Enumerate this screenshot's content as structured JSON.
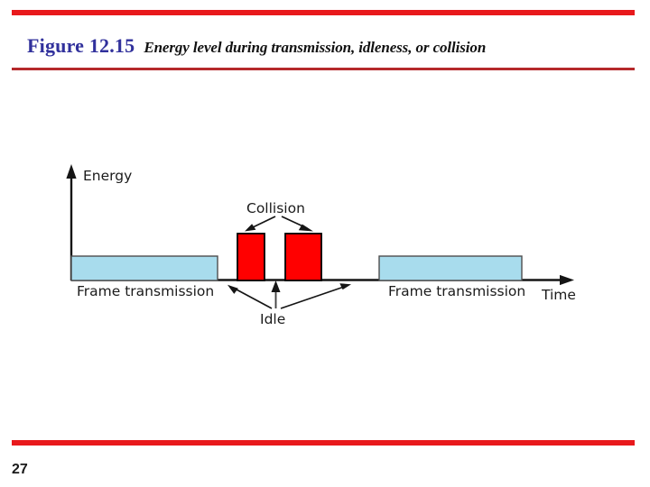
{
  "slide": {
    "page_number": "27",
    "accent_color": "#e8191c",
    "rule_dark_color": "#b5292b"
  },
  "header": {
    "figure_label": "Figure 12.15",
    "figure_label_color": "#31319c",
    "caption": "Energy level during transmission, idleness, or collision"
  },
  "figure": {
    "axis": {
      "y_label": "Energy",
      "x_label": "Time"
    },
    "annotations": {
      "collision_label": "Collision",
      "idle_label": "Idle"
    },
    "bars": [
      {
        "label": "Frame transmission",
        "kind": "transmission",
        "color": "#a8dced",
        "stroke": "#4e4e4e"
      },
      {
        "label": "",
        "kind": "collision",
        "color": "#ff0000",
        "stroke": "#000000"
      },
      {
        "label": "",
        "kind": "collision",
        "color": "#ff0000",
        "stroke": "#000000"
      },
      {
        "label": "Frame transmission",
        "kind": "transmission",
        "color": "#a8dced",
        "stroke": "#4e4e4e"
      }
    ]
  },
  "chart_data": {
    "type": "bar",
    "title": "Energy level during transmission, idleness, or collision",
    "xlabel": "Time",
    "ylabel": "Energy",
    "grid": false,
    "legend": null,
    "categories": [
      "Frame transmission",
      "Idle",
      "Collision",
      "Collision",
      "Idle",
      "Frame transmission",
      "Idle"
    ],
    "series": [
      {
        "name": "Energy level",
        "values": [
          1,
          0,
          2,
          2,
          0,
          1,
          0
        ]
      }
    ],
    "segments": [
      {
        "name": "Frame transmission",
        "x_start": 0,
        "x_end": 162,
        "energy": 1,
        "color": "#a8dced"
      },
      {
        "name": "Idle",
        "x_start": 162,
        "x_end": 184,
        "energy": 0,
        "color": "#ffffff"
      },
      {
        "name": "Collision",
        "x_start": 184,
        "x_end": 214,
        "energy": 2,
        "color": "#ff0000"
      },
      {
        "name": "Idle",
        "x_start": 214,
        "x_end": 237,
        "energy": 0,
        "color": "#ffffff"
      },
      {
        "name": "Collision",
        "x_start": 237,
        "x_end": 277,
        "energy": 2,
        "color": "#ff0000"
      },
      {
        "name": "Idle",
        "x_start": 277,
        "x_end": 341,
        "energy": 0,
        "color": "#ffffff"
      },
      {
        "name": "Frame transmission",
        "x_start": 341,
        "x_end": 499,
        "energy": 1,
        "color": "#a8dced"
      },
      {
        "name": "Idle",
        "x_start": 499,
        "x_end": 556,
        "energy": 0,
        "color": "#ffffff"
      }
    ],
    "annotations": [
      {
        "text": "Collision",
        "points_to": [
          "Collision",
          "Collision"
        ]
      },
      {
        "text": "Idle",
        "points_to": [
          "Idle",
          "Idle",
          "Idle"
        ]
      }
    ],
    "ylim": [
      0,
      2.6
    ],
    "xlim": [
      0,
      556
    ]
  }
}
